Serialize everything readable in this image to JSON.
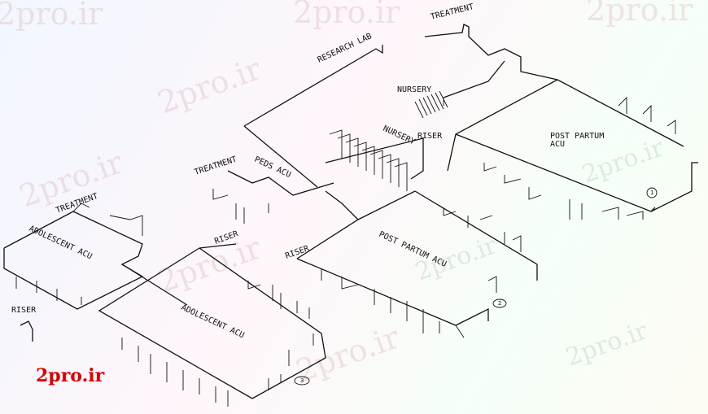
{
  "labels": {
    "treatment_top": "TREATMENT",
    "research_lab": "RESEARCH LAB",
    "nursery_top": "NURSERY",
    "nursery_mid": "NURSERY",
    "riser_mid": "RISER",
    "post_partum_acu_top_1": "POST PARTUM",
    "post_partum_acu_top_2": "ACU",
    "peds_acu": "PEDS ACU",
    "treatment_mid": "TREATMENT",
    "treatment_left": "TREATMENT",
    "adolescent_acu_top": "ADOLESCENT ACU",
    "riser_center": "RISER",
    "riser_center2": "RISER",
    "post_partum_acu_mid": "POST PARTUM ACU",
    "riser_left": "RISER",
    "adolescent_acu_bottom": "ADOLESCENT ACU"
  },
  "callouts": {
    "c1": "1",
    "c2": "2",
    "c3": "3"
  },
  "watermark": "2pro.ir",
  "brand": "2pro.ir"
}
